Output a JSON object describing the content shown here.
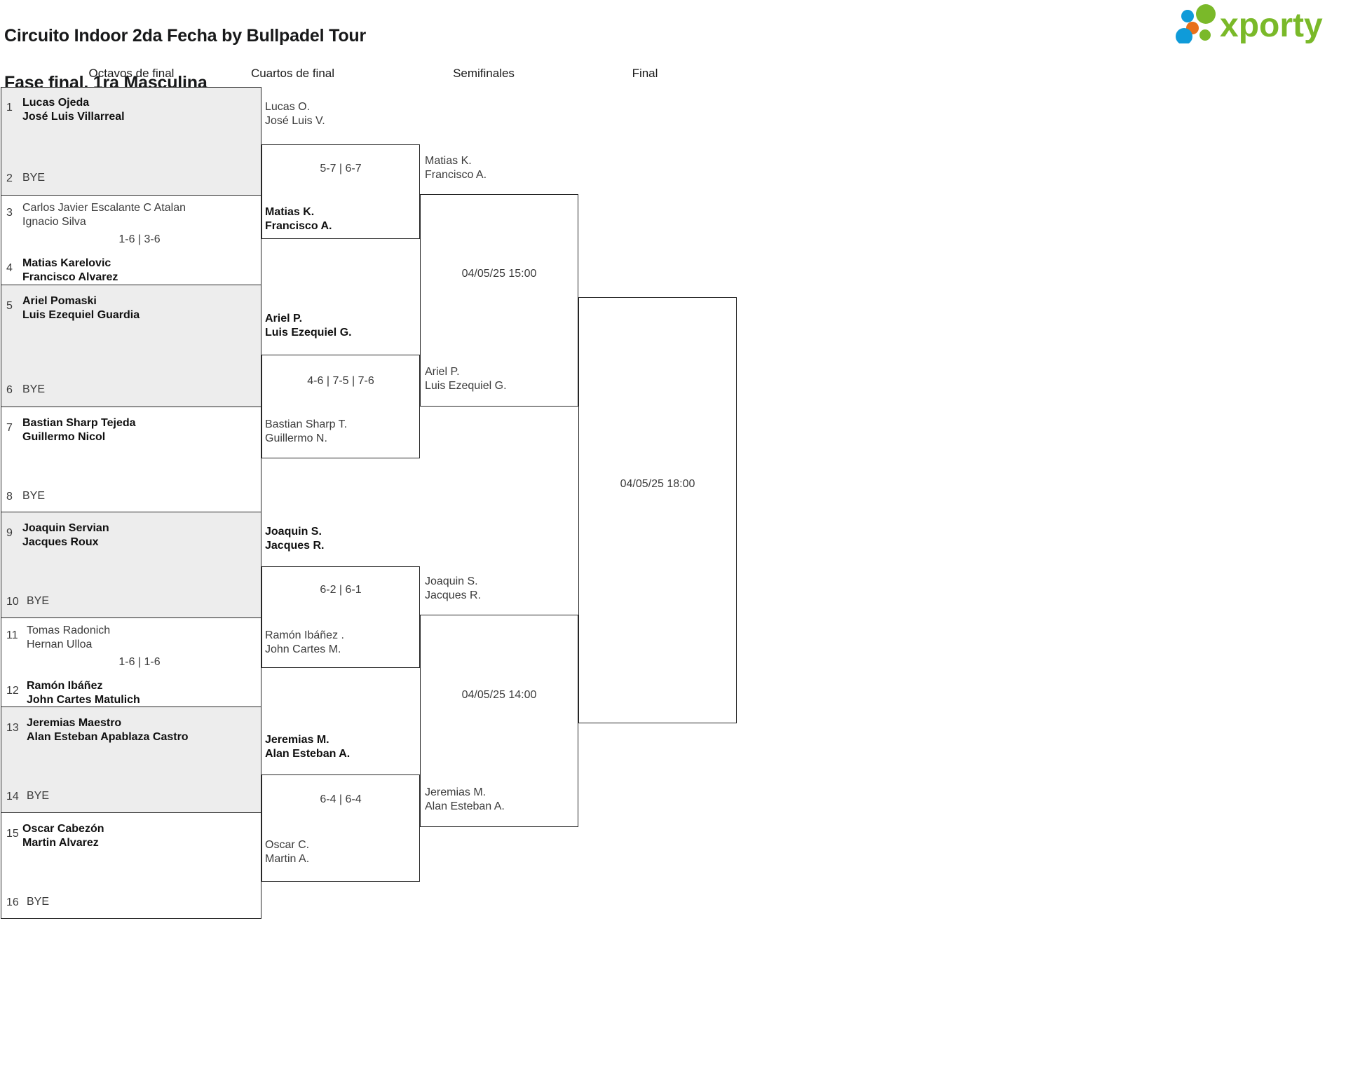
{
  "header": {
    "title_line1": "Circuito Indoor 2da Fecha by Bullpadel Tour",
    "title_line2": "Fase final. 1ra Masculina",
    "logo_text": "xporty",
    "logo_colors": {
      "green": "#7ab929",
      "blue": "#0f9bd9",
      "orange": "#e8701a"
    }
  },
  "rounds": [
    {
      "label": "Octavos de final"
    },
    {
      "label": "Cuartos de final"
    },
    {
      "label": "Semifinales"
    },
    {
      "label": "Final"
    }
  ],
  "round1": {
    "matches": [
      {
        "shaded": true,
        "score": "",
        "top": {
          "seed": "1",
          "p1": "Lucas Ojeda",
          "p2": "José Luis Villarreal",
          "winner": true,
          "bye": false
        },
        "bottom": {
          "seed": "2",
          "p1": "BYE",
          "p2": "",
          "winner": false,
          "bye": true
        }
      },
      {
        "shaded": false,
        "score": "1-6 | 3-6",
        "top": {
          "seed": "3",
          "p1": "Carlos Javier Escalante C Atalan",
          "p2": "Ignacio Silva",
          "winner": false,
          "bye": false
        },
        "bottom": {
          "seed": "4",
          "p1": "Matias Karelovic",
          "p2": "Francisco Alvarez",
          "winner": true,
          "bye": false
        }
      },
      {
        "shaded": true,
        "score": "",
        "top": {
          "seed": "5",
          "p1": "Ariel Pomaski",
          "p2": "Luis Ezequiel Guardia",
          "winner": true,
          "bye": false
        },
        "bottom": {
          "seed": "6",
          "p1": "BYE",
          "p2": "",
          "winner": false,
          "bye": true
        }
      },
      {
        "shaded": false,
        "score": "",
        "top": {
          "seed": "7",
          "p1": "Bastian Sharp Tejeda",
          "p2": "Guillermo Nicol",
          "winner": true,
          "bye": false
        },
        "bottom": {
          "seed": "8",
          "p1": "BYE",
          "p2": "",
          "winner": false,
          "bye": true
        }
      },
      {
        "shaded": true,
        "score": "",
        "top": {
          "seed": "9",
          "p1": "Joaquin Servian",
          "p2": "Jacques Roux",
          "winner": true,
          "bye": false
        },
        "bottom": {
          "seed": "10",
          "p1": "BYE",
          "p2": "",
          "winner": false,
          "bye": true
        }
      },
      {
        "shaded": false,
        "score": "1-6 | 1-6",
        "top": {
          "seed": "11",
          "p1": "Tomas Radonich",
          "p2": "Hernan Ulloa",
          "winner": false,
          "bye": false
        },
        "bottom": {
          "seed": "12",
          "p1": "Ramón Ibáñez",
          "p2": "John Cartes Matulich",
          "winner": true,
          "bye": false
        }
      },
      {
        "shaded": true,
        "score": "",
        "top": {
          "seed": "13",
          "p1": "Jeremias Maestro",
          "p2": "Alan Esteban Apablaza Castro",
          "winner": true,
          "bye": false
        },
        "bottom": {
          "seed": "14",
          "p1": "BYE",
          "p2": "",
          "winner": false,
          "bye": true
        }
      },
      {
        "shaded": false,
        "score": "",
        "top": {
          "seed": "15",
          "p1": "Oscar Cabezón",
          "p2": "Martin Alvarez",
          "winner": true,
          "bye": false
        },
        "bottom": {
          "seed": "16",
          "p1": "BYE",
          "p2": "",
          "winner": false,
          "bye": true
        }
      }
    ]
  },
  "round2": {
    "matches": [
      {
        "score": "5-7 | 6-7",
        "top": {
          "p1": "Lucas O.",
          "p2": "José Luis V.",
          "winner": false
        },
        "bottom": {
          "p1": "Matias K.",
          "p2": "Francisco A.",
          "winner": true
        }
      },
      {
        "score": "4-6 | 7-5 | 7-6",
        "top": {
          "p1": "Ariel P.",
          "p2": "Luis Ezequiel G.",
          "winner": true
        },
        "bottom": {
          "p1": "Bastian Sharp T.",
          "p2": "Guillermo N.",
          "winner": false
        }
      },
      {
        "score": "6-2 | 6-1",
        "top": {
          "p1": "Joaquin S.",
          "p2": "Jacques R.",
          "winner": true
        },
        "bottom": {
          "p1": "Ramón Ibáñez .",
          "p2": "John Cartes M.",
          "winner": false
        }
      },
      {
        "score": "6-4 | 6-4",
        "top": {
          "p1": "Jeremias M.",
          "p2": "Alan Esteban A.",
          "winner": true
        },
        "bottom": {
          "p1": "Oscar C.",
          "p2": "Martin A.",
          "winner": false
        }
      }
    ]
  },
  "round3": {
    "matches": [
      {
        "score": "04/05/25 15:00",
        "top": {
          "p1": "Matias K.",
          "p2": "Francisco A.",
          "winner": false
        },
        "bottom": {
          "p1": "Ariel P.",
          "p2": "Luis Ezequiel G.",
          "winner": false
        }
      },
      {
        "score": "04/05/25 14:00",
        "top": {
          "p1": "Joaquin S.",
          "p2": "Jacques R.",
          "winner": false
        },
        "bottom": {
          "p1": "Jeremias M.",
          "p2": "Alan Esteban A.",
          "winner": false
        }
      }
    ]
  },
  "round4": {
    "matches": [
      {
        "score": "04/05/25 18:00"
      }
    ]
  }
}
